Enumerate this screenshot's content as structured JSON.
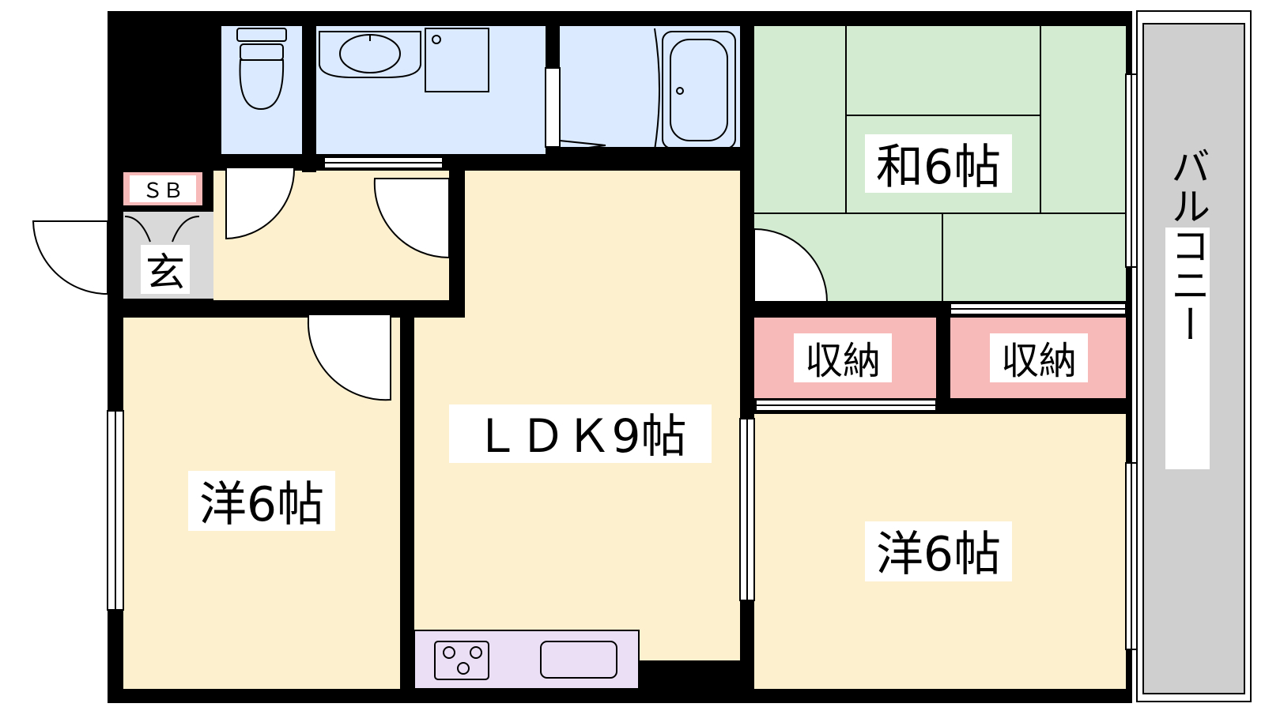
{
  "rooms": {
    "washitsu": "和6帖",
    "ldk": "ＬＤＫ9帖",
    "yoshitsu_left": "洋6帖",
    "yoshitsu_right": "洋6帖",
    "storage_left": "収納",
    "storage_right": "収納",
    "entrance": "玄",
    "shoe_box": "ＳＢ",
    "balcony": "バルコニー"
  },
  "colors": {
    "wall": "#000000",
    "water_area": "#dbeafe",
    "living_floor": "#fdf0cf",
    "tatami": "#d3ecd1",
    "storage": "#f8b9b9",
    "kitchen": "#eadff5",
    "balcony": "#cfcfcf",
    "entrance_floor": "#d9d9d9"
  }
}
